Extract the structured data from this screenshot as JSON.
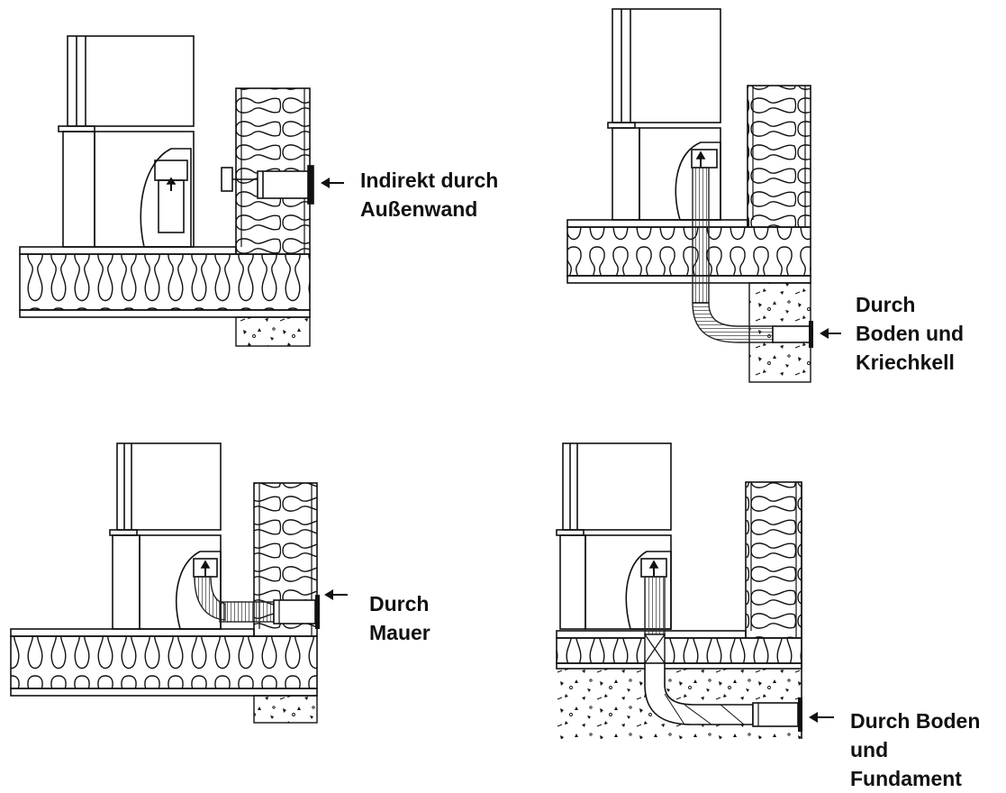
{
  "panels": [
    {
      "id": "indirect-wall",
      "lines": [
        "Indirekt durch",
        "Außenwand"
      ]
    },
    {
      "id": "floor-crawlspace",
      "lines": [
        "Durch",
        "Boden und",
        "Kriechkell"
      ]
    },
    {
      "id": "through-wall",
      "lines": [
        "Durch",
        "Mauer"
      ]
    },
    {
      "id": "floor-foundation",
      "lines": [
        "Durch Boden",
        "und",
        "Fundament"
      ]
    }
  ],
  "colors": {
    "line": "#111111",
    "hose": "#555555",
    "background": "#ffffff"
  }
}
